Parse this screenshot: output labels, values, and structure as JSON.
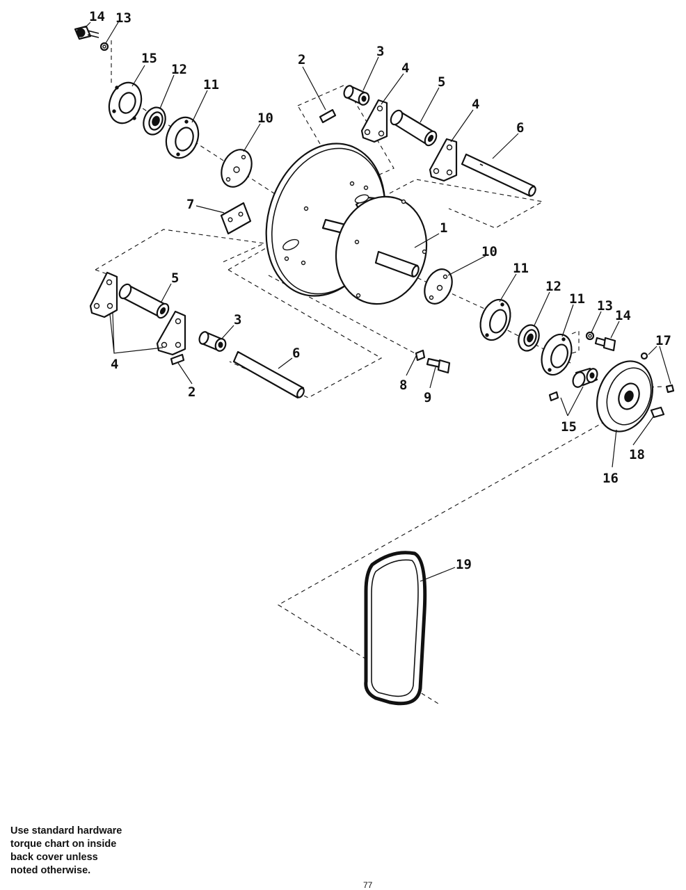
{
  "diagram": {
    "callouts": [
      {
        "id": "c14a",
        "label": "14"
      },
      {
        "id": "c13a",
        "label": "13"
      },
      {
        "id": "c15a",
        "label": "15"
      },
      {
        "id": "c12a",
        "label": "12"
      },
      {
        "id": "c11a",
        "label": "11"
      },
      {
        "id": "c10a",
        "label": "10"
      },
      {
        "id": "c2a",
        "label": "2"
      },
      {
        "id": "c3a",
        "label": "3"
      },
      {
        "id": "c4a",
        "label": "4"
      },
      {
        "id": "c5a",
        "label": "5"
      },
      {
        "id": "c4b",
        "label": "4"
      },
      {
        "id": "c6a",
        "label": "6"
      },
      {
        "id": "c7",
        "label": "7"
      },
      {
        "id": "c1",
        "label": "1"
      },
      {
        "id": "c10b",
        "label": "10"
      },
      {
        "id": "c11b",
        "label": "11"
      },
      {
        "id": "c12b",
        "label": "12"
      },
      {
        "id": "c11c",
        "label": "11"
      },
      {
        "id": "c13b",
        "label": "13"
      },
      {
        "id": "c14b",
        "label": "14"
      },
      {
        "id": "c17",
        "label": "17"
      },
      {
        "id": "c5b",
        "label": "5"
      },
      {
        "id": "c3b",
        "label": "3"
      },
      {
        "id": "c4c",
        "label": "4"
      },
      {
        "id": "c6b",
        "label": "6"
      },
      {
        "id": "c2b",
        "label": "2"
      },
      {
        "id": "c8",
        "label": "8"
      },
      {
        "id": "c9",
        "label": "9"
      },
      {
        "id": "c15b",
        "label": "15"
      },
      {
        "id": "c16",
        "label": "16"
      },
      {
        "id": "c18",
        "label": "18"
      },
      {
        "id": "c19",
        "label": "19"
      }
    ]
  },
  "note": {
    "lines": [
      "Use standard hardware",
      "torque chart on inside",
      "back cover unless",
      "noted otherwise."
    ]
  },
  "page_number": "77"
}
